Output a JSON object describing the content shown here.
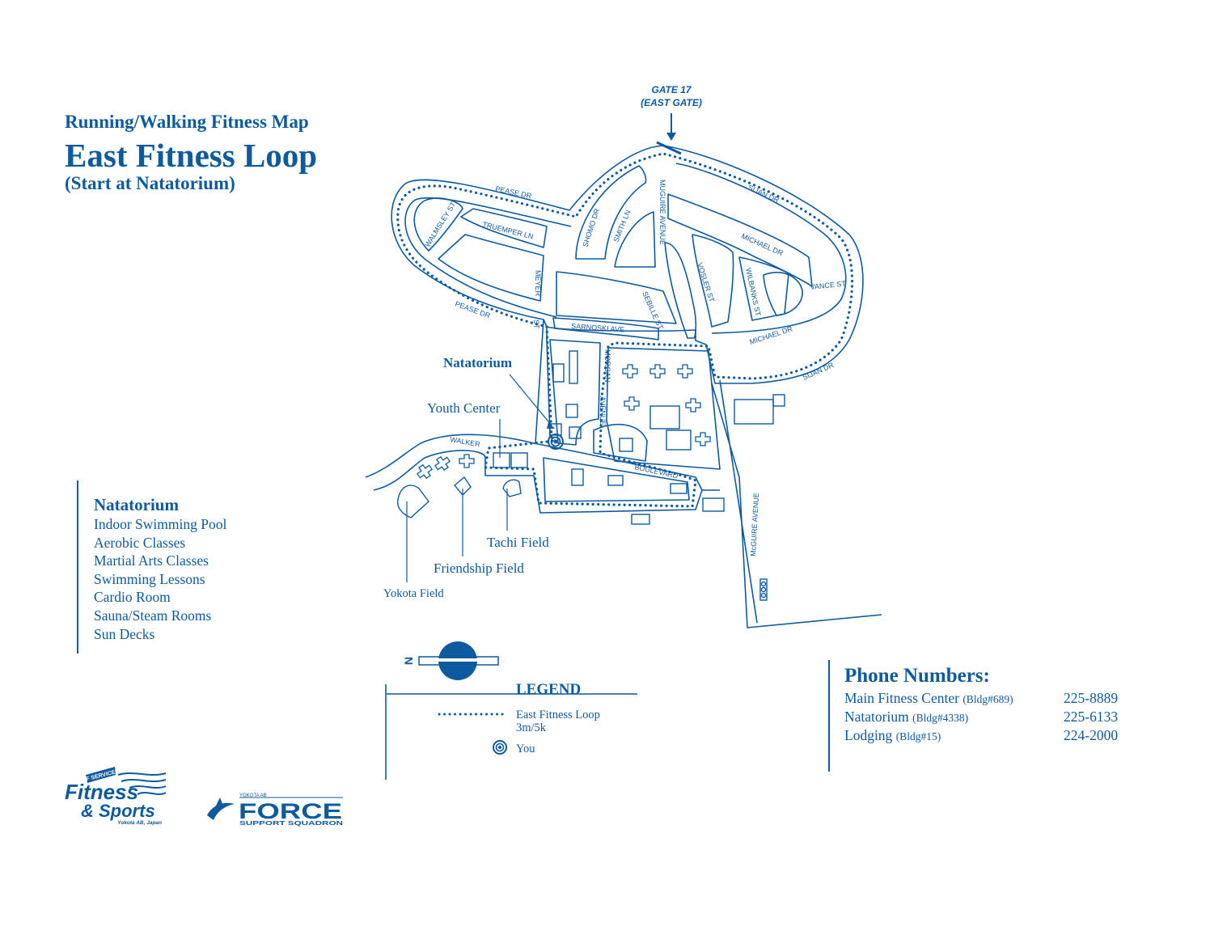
{
  "header": {
    "subtitle": "Running/Walking Fitness Map",
    "title": "East Fitness Loop",
    "start_note": "(Start at Natatorium)"
  },
  "facility": {
    "name": "Natatorium",
    "amenities": [
      "Indoor Swimming Pool",
      "Aerobic Classes",
      "Martial Arts Classes",
      "Swimming Lessons",
      "Cardio Room",
      "Sauna/Steam Rooms",
      "Sun Decks"
    ]
  },
  "map": {
    "gate_line1": "GATE 17",
    "gate_line2": "(EAST GATE)",
    "streets": {
      "pease_dr_top": "PEASE DR",
      "pease_dr_bottom": "PEASE DR",
      "walmsley": "WALMSLEY ST",
      "truemper": "TRUEMPER LN",
      "meyer": "MEYER",
      "meyer_st": "ST",
      "shomo": "SHOMO DR",
      "smith": "SMITH LN",
      "muguire": "MUGUIRE AVENUE",
      "sijan_top": "SIJAN DR",
      "sijan_bottom": "SIJAN DR",
      "michael_top": "MICHAEL DR",
      "michael_bottom": "MICHAEL DR",
      "vance": "VANCE ST",
      "vosler": "VOSLER ST",
      "wilbanks": "WILBANKS ST",
      "sebille": "SEBILLE ST",
      "sarnoski": "SARNOSKI AVE",
      "morgan": "MORGAN",
      "avenue": "AVENUE",
      "walker": "WALKER",
      "boulevard": "BOULEVARD",
      "mcguire": "McGUIRE AVENUE"
    },
    "places": {
      "natatorium": "Natatorium",
      "youth_center": "Youth Center",
      "tachi_field": "Tachi Field",
      "friendship_field": "Friendship Field",
      "yokota_field": "Yokota Field"
    },
    "compass_letter": "N"
  },
  "legend": {
    "title": "LEGEND",
    "loop_label": "East Fitness Loop",
    "loop_distance": "3m/5k",
    "you_label": "You"
  },
  "phones": {
    "title": "Phone Numbers:",
    "entries": [
      {
        "name": "Main Fitness Center",
        "bldg": "(Bldg#689)",
        "number": "225-8889"
      },
      {
        "name": "Natatorium",
        "bldg": "(Bldg#4338)",
        "number": "225-6133"
      },
      {
        "name": "Lodging",
        "bldg": "(Bldg#15)",
        "number": "224-2000"
      }
    ]
  },
  "logos": {
    "af_services": "AF SERVICES",
    "fitness": "Fitness",
    "sports": "& Sports",
    "location": "Yokota AB, Japan",
    "force_top": "YOKOTA AB",
    "force": "FORCE",
    "force_sub": "SUPPORT SQUADRON"
  },
  "colors": {
    "primary": "#0d5a9e",
    "background": "#ffffff"
  }
}
